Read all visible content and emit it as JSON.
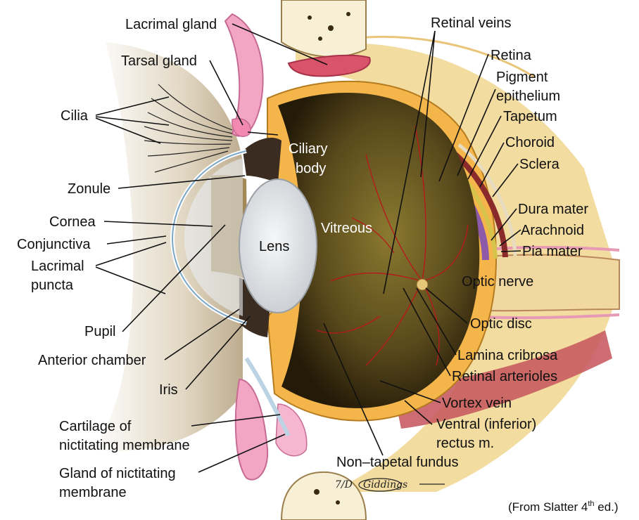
{
  "labels": {
    "lacrimal_gland": "Lacrimal gland",
    "tarsal_gland": "Tarsal gland",
    "cilia": "Cilia",
    "zonule": "Zonule",
    "cornea": "Cornea",
    "conjunctiva": "Conjunctiva",
    "lacrimal_puncta_1": "Lacrimal",
    "lacrimal_puncta_2": "puncta",
    "pupil": "Pupil",
    "anterior_chamber": "Anterior chamber",
    "iris": "Iris",
    "cartilage_1": "Cartilage of",
    "cartilage_2": "nictitating membrane",
    "gland_nict_1": "Gland of nictitating",
    "gland_nict_2": "membrane",
    "ciliary_body_1": "Ciliary",
    "ciliary_body_2": "body",
    "lens": "Lens",
    "vitreous": "Vitreous",
    "retinal_veins": "Retinal veins",
    "retina": "Retina",
    "pigment_epithelium_1": "Pigment",
    "pigment_epithelium_2": "epithelium",
    "tapetum": "Tapetum",
    "choroid": "Choroid",
    "sclera": "Sclera",
    "dura_mater": "Dura mater",
    "arachnoid": "Arachnoid",
    "pia_mater": "Pia mater",
    "optic_nerve": "Optic nerve",
    "optic_disc": "Optic disc",
    "lamina_cribrosa": "Lamina cribrosa",
    "retinal_arterioles": "Retinal arterioles",
    "vortex_vein": "Vortex vein",
    "ventral_rectus_1": "Ventral (inferior)",
    "ventral_rectus_2": "rectus m.",
    "non_tapetal_fundus": "Non–tapetal fundus"
  },
  "signature": "Giddings",
  "source_note": "(From Slatter 4",
  "source_note_sup": "th",
  "source_note_end": " ed.)",
  "colors": {
    "sclera": "#f4b54a",
    "vitreous_dark": "#2e2410",
    "vitreous_light": "#7a6a28",
    "lens": "#e8eaec",
    "fat": "#f3dca0",
    "lid_pink": "#f2a6c4",
    "muscle": "#c4545a",
    "vessel": "#b51a1a"
  }
}
